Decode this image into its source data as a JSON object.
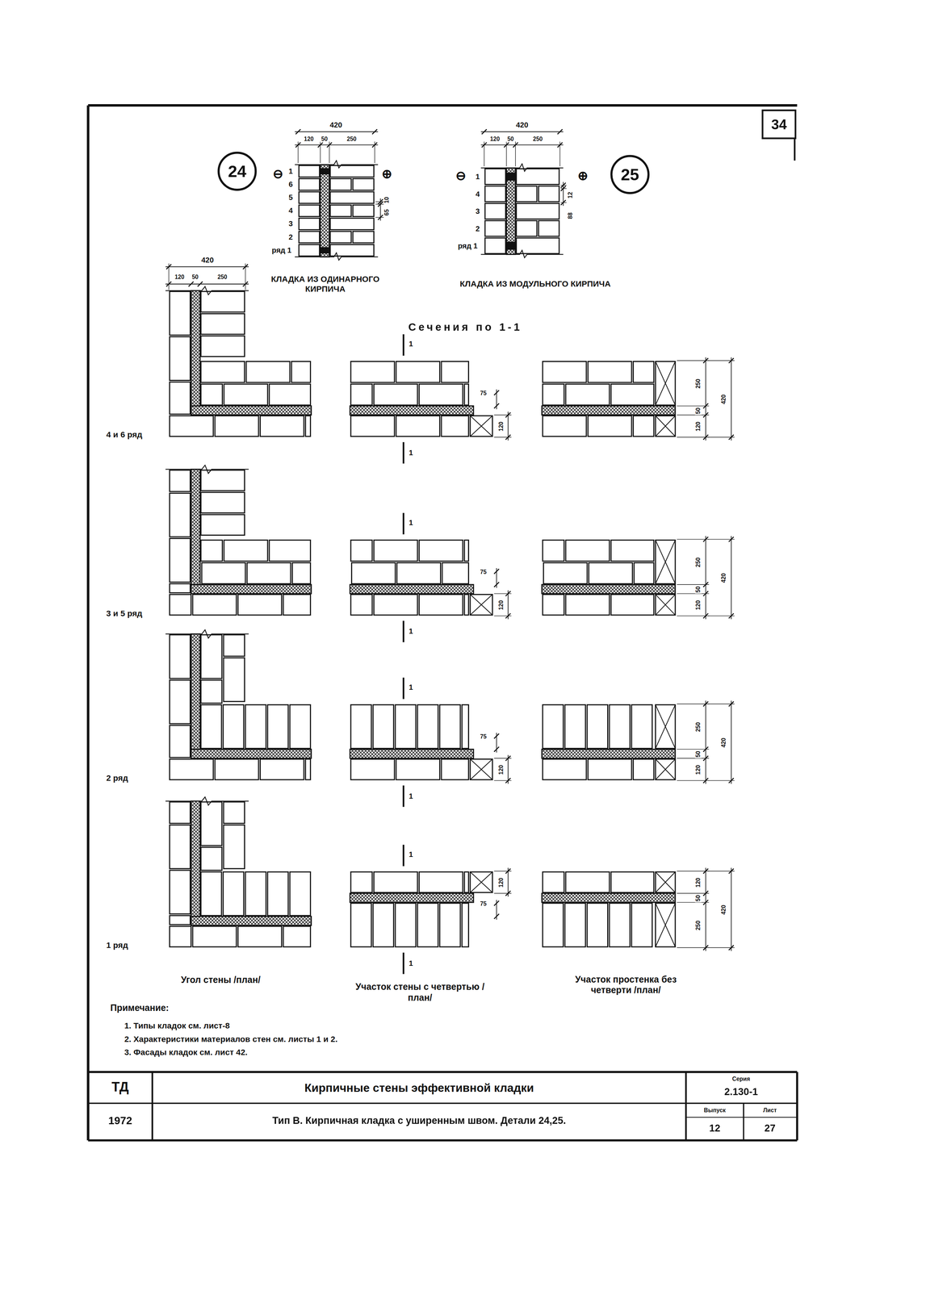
{
  "diagram": {
    "nodes": [
      {
        "text": [
          "24"
        ]
      },
      {
        "text": [
          "25"
        ]
      },
      {
        "text": [
          "34"
        ]
      }
    ],
    "labels": [
      "420",
      "120",
      "50",
      "250",
      "⊖",
      "⊕",
      "1",
      "6",
      "5",
      "4",
      "3",
      "2",
      "ряд 1",
      "65",
      "10",
      "КЛАДКА ИЗ ОДИНАРНОГО КИРПИЧА",
      "420",
      "120",
      "50",
      "250",
      "⊖",
      "⊕",
      "1",
      "4",
      "3",
      "2",
      "ряд 1",
      "88",
      "12",
      "КЛАДКА ИЗ МОДУЛЬНОГО КИРПИЧА",
      "420",
      "120",
      "50",
      "250",
      "Сечения по 1-1",
      "4 и 6 ряд",
      "1",
      "1",
      "75",
      "120",
      "250",
      "50",
      "120",
      "420",
      "3 и 5 ряд",
      "1",
      "1",
      "75",
      "120",
      "250",
      "50",
      "120",
      "420",
      "2 ряд",
      "1",
      "1",
      "75",
      "120",
      "250",
      "50",
      "120",
      "420",
      "1 ряд",
      "1",
      "1",
      "75",
      "120",
      "120",
      "50",
      "250",
      "420",
      "Угол стены /план/",
      "Участок стены с четвертью /план/",
      "Участок простенка без четверти /план/",
      "Примечание:",
      "1. Типы кладок см. лист-8",
      "2. Характеристики материалов стен см. листы 1 и 2.",
      "3. Фасады кладок см. лист 42.",
      "ТД",
      "Кирпичные стены эффективной кладки",
      "Серия",
      "2.130-1",
      "1972",
      "Тип В. Кирпичная кладка с уширенным швом. Детали 24,25.",
      "Выпуск",
      "Лист",
      "12",
      "27"
    ]
  }
}
